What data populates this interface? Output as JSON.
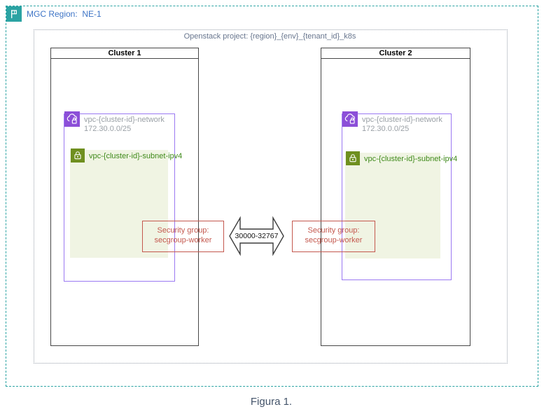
{
  "region": {
    "label": "MGC Region:  NE-1",
    "icon": "flag-icon",
    "border_color": "#2ba3a3",
    "label_color": "#3d74c6"
  },
  "project": {
    "label": "Openstack project: {region}_{env}_{tenant_id}_k8s",
    "label_color": "#68768e"
  },
  "clusters": [
    {
      "title": "Cluster 1",
      "network": {
        "icon": "network-cloud-lock-icon",
        "name": "vpc-{cluster-id}-network",
        "cidr": "172.30.0.0/25"
      },
      "subnet": {
        "icon": "subnet-lock-icon",
        "name": "vpc-{cluster-id}-subnet-ipv4"
      },
      "security_group": {
        "label": "Security group: secgroup-worker"
      }
    },
    {
      "title": "Cluster 2",
      "network": {
        "icon": "network-cloud-lock-icon",
        "name": "vpc-{cluster-id}-network",
        "cidr": "172.30.0.0/25"
      },
      "subnet": {
        "icon": "subnet-lock-icon",
        "name": "vpc-{cluster-id}-subnet-ipv4"
      },
      "security_group": {
        "label": "Security group: secgroup-worker"
      }
    }
  ],
  "connection": {
    "type": "double-arrow",
    "port_range": "30000-32767"
  },
  "caption": "Figura 1.",
  "colors": {
    "region_teal": "#2ba3a3",
    "region_label_blue": "#3d74c6",
    "project_gray_blue": "#68768e",
    "cluster_border": "#474747",
    "vpc_border_purple": "#9b79f2",
    "network_icon_purple": "#8c4fd8",
    "network_label_gray": "#9aa0a6",
    "subnet_fill_green": "#f0f4e3",
    "subnet_icon_green": "#6f8f1f",
    "subnet_label_green": "#3f8a1a",
    "security_red": "#c4584e",
    "caption_blue_gray": "#44546a"
  }
}
